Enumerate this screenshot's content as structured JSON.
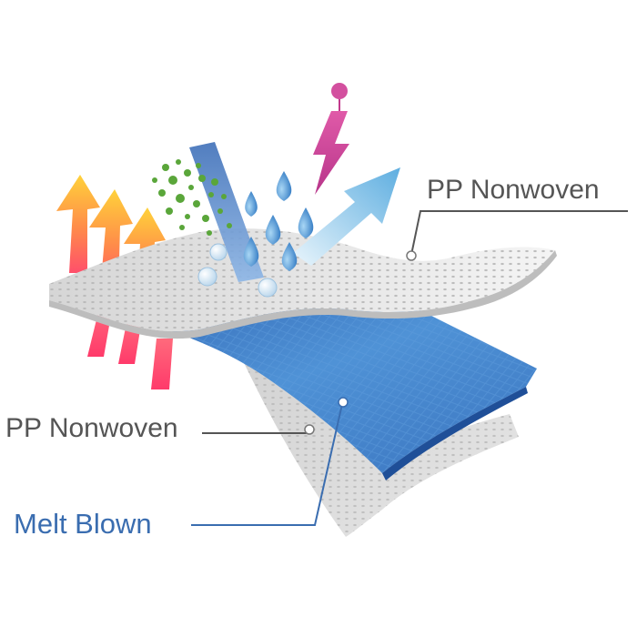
{
  "labels": {
    "top_layer": "PP Nonwoven",
    "middle_layer": "PP Nonwoven",
    "inner_layer": "Melt Blown"
  },
  "colors": {
    "text_dark": "#555555",
    "text_blue": "#3a6db0",
    "melt_blown": "#3f80c6",
    "nonwoven": "#dcdcdc",
    "water_drop": "#3e86c9",
    "bacteria": "#5aa63a",
    "lightning": "#c23a8c",
    "heat_arrow_top": "#ffd23a",
    "heat_arrow_bottom": "#ff4f6b",
    "airflow_arrow": "#6fb6e0"
  },
  "icons": [
    "heat-arrows-icon",
    "bacteria-particles-icon",
    "water-drops-icon",
    "lightning-icon",
    "airflow-arrow-icon",
    "air-bubbles-icon"
  ]
}
